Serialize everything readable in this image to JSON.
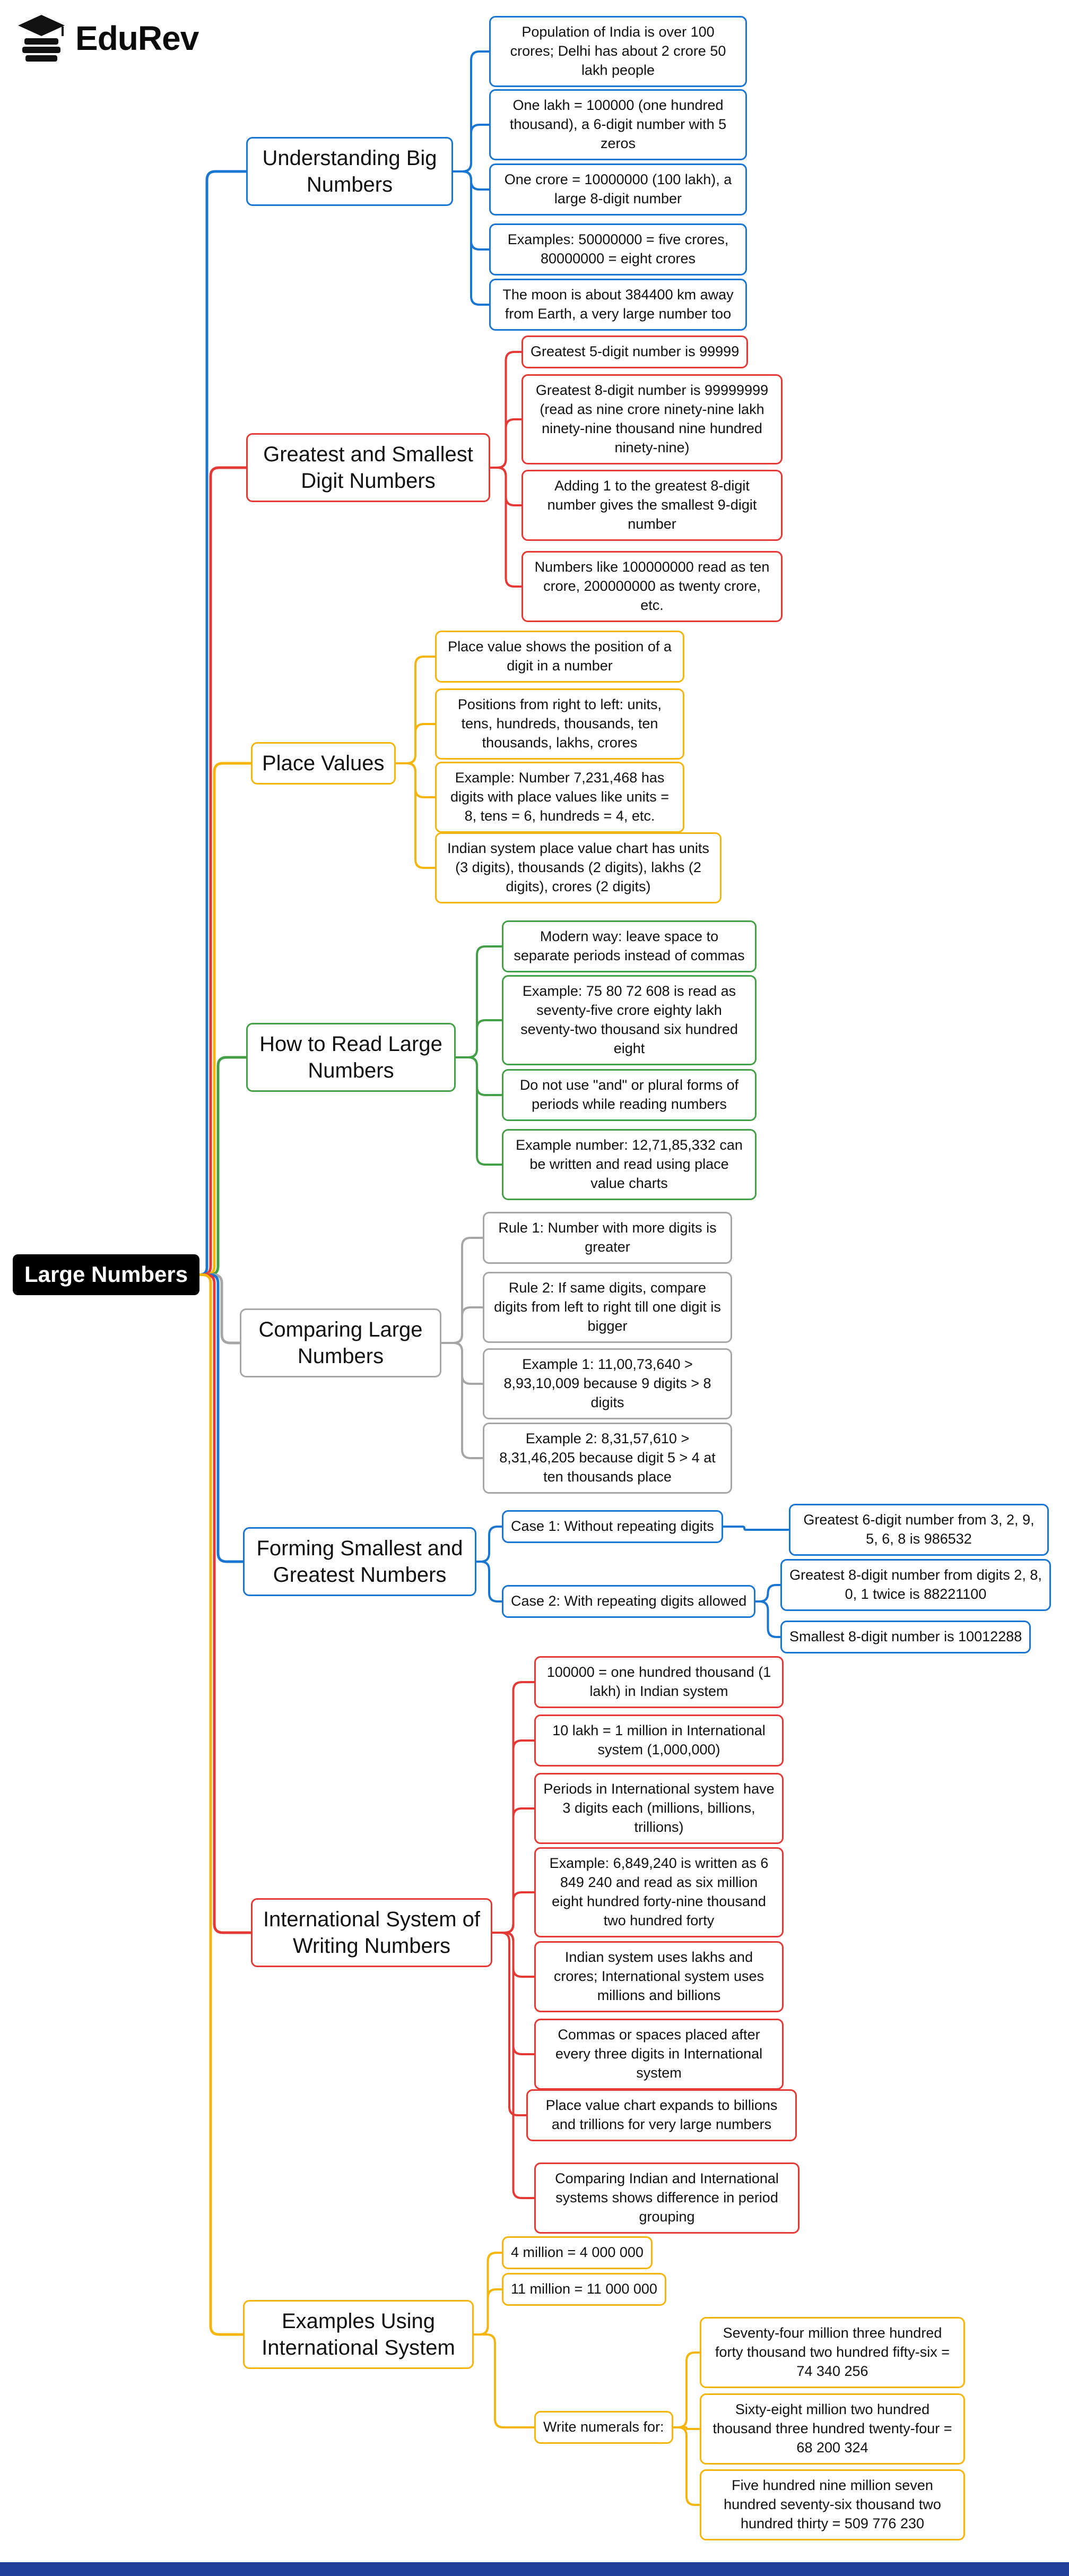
{
  "logo": {
    "text": "EduRev",
    "icon": "graduation-cap-icon"
  },
  "colors": {
    "blue": "#1976D2",
    "red": "#E53935",
    "yellow": "#F5B50A",
    "green": "#43A047",
    "gray": "#A6A6A6",
    "root_bg": "#000000",
    "root_text": "#FFFFFF",
    "footer_bar": "#203E9A"
  },
  "root": {
    "label": "Large Numbers"
  },
  "branches": [
    {
      "label": "Understanding Big Numbers",
      "color": "blue",
      "children": [
        {
          "label": "Population of India is over 100 crores; Delhi has about 2 crore 50 lakh people"
        },
        {
          "label": "One lakh = 100000 (one hundred thousand), a 6-digit number with 5 zeros"
        },
        {
          "label": "One crore = 10000000 (100 lakh), a large 8-digit number"
        },
        {
          "label": "Examples: 50000000 = five crores, 80000000 = eight crores"
        },
        {
          "label": "The moon is about 384400 km away from Earth, a very large number too"
        }
      ]
    },
    {
      "label": "Greatest and Smallest Digit Numbers",
      "color": "red",
      "children": [
        {
          "label": "Greatest 5-digit number is 99999"
        },
        {
          "label": "Greatest 8-digit number is 99999999 (read as nine crore ninety-nine lakh ninety-nine thousand nine hundred ninety-nine)"
        },
        {
          "label": "Adding 1 to the greatest 8-digit number gives the smallest 9-digit number"
        },
        {
          "label": "Numbers like 100000000 read as ten crore, 200000000 as twenty crore, etc."
        }
      ]
    },
    {
      "label": "Place Values",
      "color": "yellow",
      "children": [
        {
          "label": "Place value shows the position of a digit in a number"
        },
        {
          "label": "Positions from right to left: units, tens, hundreds, thousands, ten thousands, lakhs, crores"
        },
        {
          "label": "Example: Number 7,231,468 has digits with place values like units = 8, tens = 6, hundreds = 4, etc."
        },
        {
          "label": "Indian system place value chart has units (3 digits), thousands (2 digits), lakhs (2 digits), crores (2 digits)"
        }
      ]
    },
    {
      "label": "How to Read Large Numbers",
      "color": "green",
      "children": [
        {
          "label": "Modern way: leave space to separate periods instead of commas"
        },
        {
          "label": "Example: 75 80 72 608 is read as seventy-five crore eighty lakh seventy-two thousand six hundred eight"
        },
        {
          "label": "Do not use \"and\" or plural forms of periods while reading numbers"
        },
        {
          "label": "Example number: 12,71,85,332 can be written and read using place value charts"
        }
      ]
    },
    {
      "label": "Comparing Large Numbers",
      "color": "gray",
      "children": [
        {
          "label": "Rule 1: Number with more digits is greater"
        },
        {
          "label": "Rule 2: If same digits, compare digits from left to right till one digit is bigger"
        },
        {
          "label": "Example 1: 11,00,73,640 > 8,93,10,009 because 9 digits > 8 digits"
        },
        {
          "label": "Example 2: 8,31,57,610 > 8,31,46,205 because digit 5 > 4 at ten thousands place"
        }
      ]
    },
    {
      "label": "Forming Smallest and Greatest Numbers",
      "color": "blue",
      "children": [
        {
          "label": "Case 1: Without repeating digits",
          "children": [
            {
              "label": "Greatest 6-digit number from 3, 2, 9, 5, 6, 8 is 986532"
            }
          ]
        },
        {
          "label": "Case 2: With repeating digits allowed",
          "children": [
            {
              "label": "Greatest 8-digit number from digits 2, 8, 0, 1 twice is 88221100"
            },
            {
              "label": "Smallest 8-digit number is 10012288"
            }
          ]
        }
      ]
    },
    {
      "label": "International System of Writing Numbers",
      "color": "red",
      "children": [
        {
          "label": "100000 = one hundred thousand (1 lakh) in Indian system"
        },
        {
          "label": "10 lakh = 1 million in International system (1,000,000)"
        },
        {
          "label": "Periods in International system have 3 digits each (millions, billions, trillions)"
        },
        {
          "label": "Example: 6,849,240 is written as 6 849 240 and read as six million eight hundred forty-nine thousand two hundred forty"
        },
        {
          "label": "Indian system uses lakhs and crores; International system uses millions and billions"
        },
        {
          "label": "Commas or spaces placed after every three digits in International system"
        },
        {
          "label": "Place value chart expands to billions and trillions for very large numbers"
        },
        {
          "label": "Comparing Indian and International systems shows difference in period grouping"
        }
      ]
    },
    {
      "label": "Examples Using International System",
      "color": "yellow",
      "children": [
        {
          "label": "4 million = 4 000 000"
        },
        {
          "label": "11 million = 11 000 000"
        },
        {
          "label": "Write numerals for:",
          "children": [
            {
              "label": "Seventy-four million three hundred forty thousand two hundred fifty-six = 74 340 256"
            },
            {
              "label": "Sixty-eight million two hundred thousand three hundred twenty-four = 68 200 324"
            },
            {
              "label": "Five hundred nine million seven hundred seventy-six thousand two hundred thirty = 509 776 230"
            }
          ]
        }
      ]
    }
  ]
}
